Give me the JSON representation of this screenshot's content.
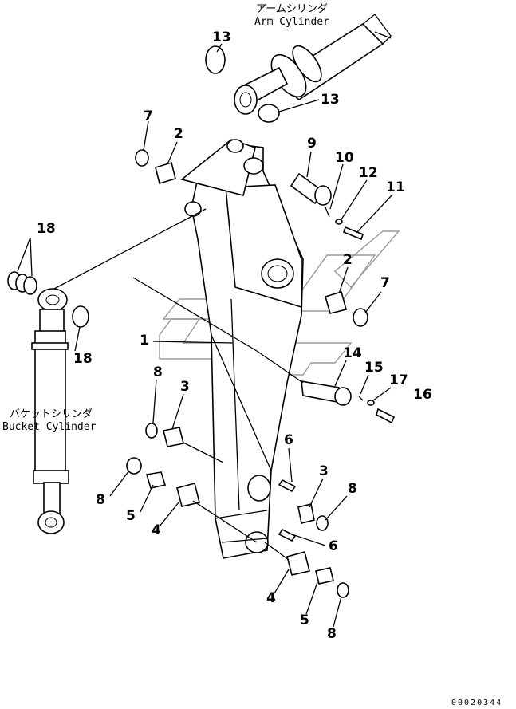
{
  "captions": {
    "arm_cylinder_jp": "アームシリンダ",
    "arm_cylinder_en": "Arm Cylinder",
    "bucket_cylinder_jp": "バケットシリンダ",
    "bucket_cylinder_en": "Bucket Cylinder"
  },
  "drawing_code": "00020344",
  "callouts": {
    "c13a": "13",
    "c13b": "13",
    "c7a": "7",
    "c2a": "2",
    "c9": "9",
    "c10": "10",
    "c12": "12",
    "c11": "11",
    "c18a": "18",
    "c18b": "18",
    "c2b": "2",
    "c7b": "7",
    "c1": "1",
    "c14": "14",
    "c15": "15",
    "c17": "17",
    "c16": "16",
    "c8a": "8",
    "c3a": "3",
    "c6a": "6",
    "c3b": "3",
    "c8b": "8",
    "c8c": "8",
    "c5a": "5",
    "c4a": "4",
    "c6b": "6",
    "c4b": "4",
    "c5b": "5",
    "c8d": "8"
  }
}
